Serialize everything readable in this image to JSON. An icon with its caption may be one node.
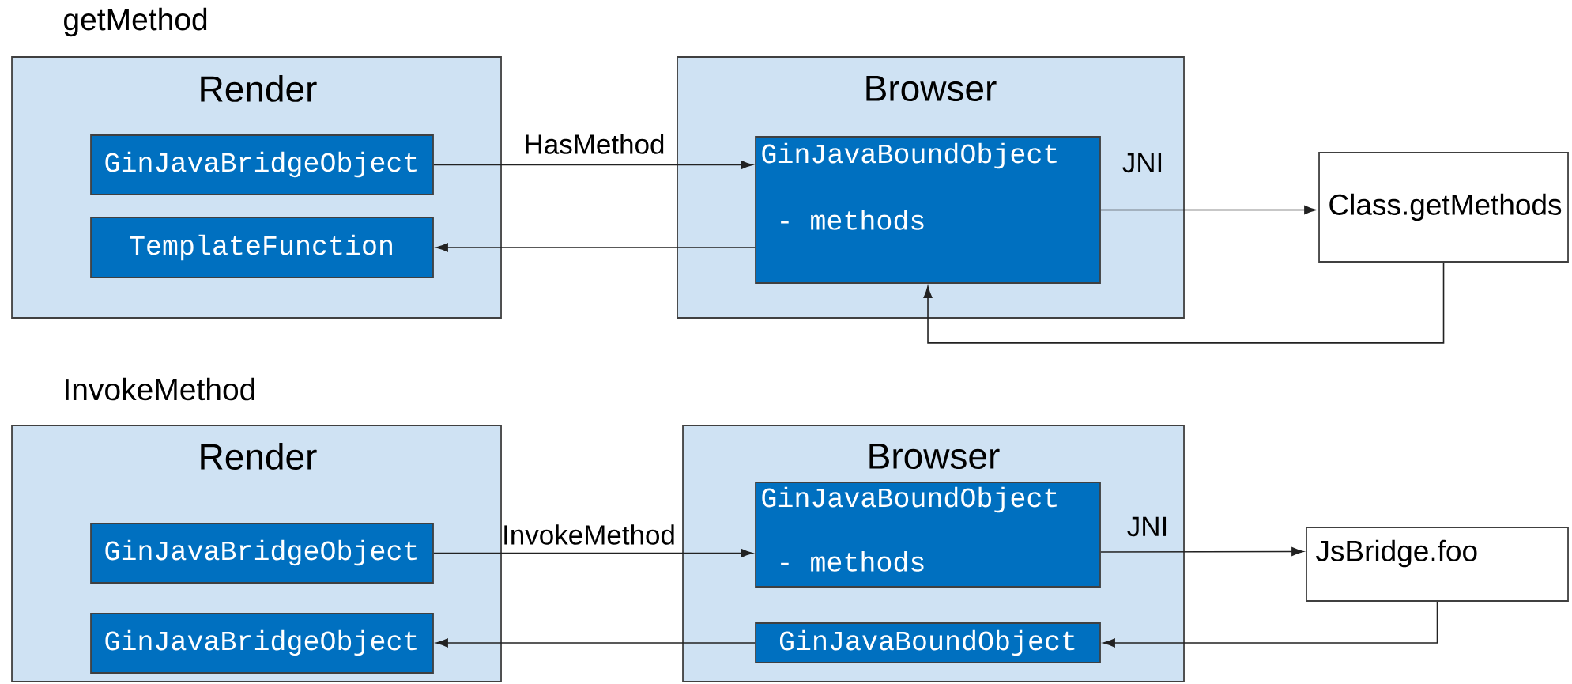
{
  "diagram": {
    "nodes": [
      {
        "text": [
          "Render"
        ]
      },
      {
        "text": [
          "GinJavaBridgeObject"
        ],
        "in": 0
      },
      {
        "text": [
          "TemplateFunction"
        ],
        "in": 0
      },
      {
        "text": [
          "Browser"
        ]
      },
      {
        "text": [
          "GinJavaBoundObject",
          "- methods"
        ],
        "in": 3
      },
      {
        "text": [
          "Class.getMethods"
        ]
      },
      {
        "text": [
          "Render"
        ]
      },
      {
        "text": [
          "GinJavaBridgeObject"
        ],
        "in": 6
      },
      {
        "text": [
          "GinJavaBridgeObject"
        ],
        "in": 6
      },
      {
        "text": [
          "Browser"
        ]
      },
      {
        "text": [
          "GinJavaBoundObject",
          "- methods"
        ],
        "in": 9
      },
      {
        "text": [
          "GinJavaBoundObject"
        ],
        "in": 9
      },
      {
        "text": [
          "JsBridge.foo"
        ]
      }
    ],
    "edges": [
      {
        "from": 1,
        "to": 4,
        "arrow": "to",
        "label": "HasMethod"
      },
      {
        "from": 4,
        "to": 2,
        "arrow": "to"
      },
      {
        "from": 4,
        "to": 5,
        "arrow": "to",
        "label": "JNI"
      },
      {
        "from": 5,
        "to": 4,
        "arrow": "to"
      },
      {
        "from": 7,
        "to": 10,
        "arrow": "to",
        "label": "InvokeMethod"
      },
      {
        "from": 10,
        "to": 12,
        "arrow": "to",
        "label": "JNI"
      },
      {
        "from": 12,
        "to": 11,
        "arrow": "to"
      },
      {
        "from": 11,
        "to": 8,
        "arrow": "to"
      }
    ],
    "labels": [
      "getMethod",
      "InvokeMethod"
    ]
  }
}
